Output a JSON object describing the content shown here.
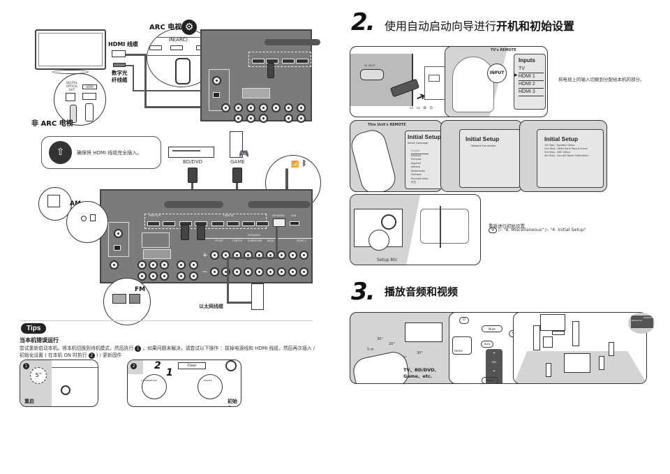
{
  "left": {
    "connect_tv": {
      "arc_tv_label": "ARC 电视",
      "hdmi_cable_label": "HDMI 线缆",
      "optical_cable_label": "数字光\n纤线缆",
      "in_arc_label": "IN(ARC)",
      "non_arc_tv_label": "非 ARC 电视",
      "digital_optical_out_label": "DIGITAL OPTICAL OUT",
      "hdmi_port_label": "HDMI",
      "settings_icon": "gear-icon"
    },
    "connect_sources": {
      "hdmi_note": "确保将 HDMI 线缆完全插入。",
      "bd_dvd_label": "BD/DVD",
      "game_label": "GAME",
      "am_label": "AM",
      "fm_label": "FM",
      "ethernet_label": "以太网线缆",
      "wifi_icon": "wifi-icon",
      "bluetooth_icon": "bluetooth-icon"
    },
    "receiver_panel": {
      "hdmi_out_label": "HDMI OUT",
      "hdmi_in_label": "HDMI IN",
      "speakers_label": "SPEAKERS",
      "speaker_groups": [
        "FRONT",
        "CENTER",
        "SURROUND",
        "BACK",
        "ZONE 2"
      ],
      "network_label": "NETWORK",
      "usb_label": "USB",
      "plus_sign": "+",
      "minus_sign": "−"
    },
    "tips": {
      "badge": "Tips",
      "heading": "当本机错误运行",
      "body_line1_a": "尝试重新启动本机。将本机切换到待机模式，然后执行",
      "body_line1_badge": "1",
      "body_line1_b": "。如果问题未解决，请尝试以下操作 ：拔掉电源线和 HDMI 线缆，然后再次插入 /",
      "body_line2_a": "初始化设置 ( 在本机 ON 时执行",
      "body_line2_badge": "2",
      "body_line2_b": ") / 更新固件",
      "panel1": {
        "number": "1",
        "timer": "5\"",
        "caption": "重启"
      },
      "panel2": {
        "number": "2",
        "step2": "2",
        "step1": "1",
        "display_text": "Clear",
        "button_left": "⏻ STANDBY/ON",
        "button_right": "ON/OFF",
        "caption": "初始化"
      }
    }
  },
  "right": {
    "step2": {
      "number": "2.",
      "title_regular": "使用自动启动向导进行",
      "title_bold": "开机和初始设置",
      "ac_inlet_label": "AC INLET",
      "tv_remote_label": "TV's REMOTE",
      "input_button_label": "INPUT",
      "inputs_menu": {
        "title": "Inputs",
        "items": [
          "TV",
          "HDMI 1",
          "HDMI 2",
          "HDMI 3"
        ],
        "selected_index": 1
      },
      "tv_input_note": "将电视上的输入切换到分配给本机的部分。",
      "unit_remote_label": "This Unit's REMOTE",
      "setup_screen1": {
        "title": "Initial Setup",
        "subtitle": "Select Language",
        "languages": [
          "English",
          "Deutsch",
          "Français",
          "Español",
          "Italiano",
          "Nederlands",
          "Svenska",
          "Русский язык",
          "中文"
        ]
      },
      "setup_screen2": {
        "title": "Initial Setup",
        "subtitle": "Network Connection"
      },
      "setup_screen3": {
        "title": "Initial Setup",
        "steps": [
          "1st Step : Speaker Setup",
          "2nd Step : Multi Zone Sound Check",
          "3rd Step : ARC Setup",
          "4th Step : AccuEQ Room Calibration"
        ]
      },
      "setup_mic_label": "Setup Mic",
      "redo_title": "重新进行初始设置",
      "redo_path_1": "\"8. Miscellaneous\"",
      "redo_path_2": "\"4. Initial Setup\"",
      "redo_separator": "▷"
    },
    "step3": {
      "number": "3.",
      "title": "播放音频和视频",
      "remote_angles": {
        "angle_30_top": "30°",
        "angle_20_top": "20°",
        "distance": "5 m",
        "angle_30_right": "30°",
        "angle_20_bottom": "20°"
      },
      "source_label": "TV、BD/DVD、\nGame、etc.",
      "remote_buttons": {
        "mute": "Mute",
        "home": "Home",
        "mode": "Mode",
        "vol": "VOL",
        "vol_up": "^",
        "vol_down": "v",
        "scene": "Scene"
      },
      "manual_label": "MANUAL",
      "manual_sub": "Reference"
    }
  }
}
